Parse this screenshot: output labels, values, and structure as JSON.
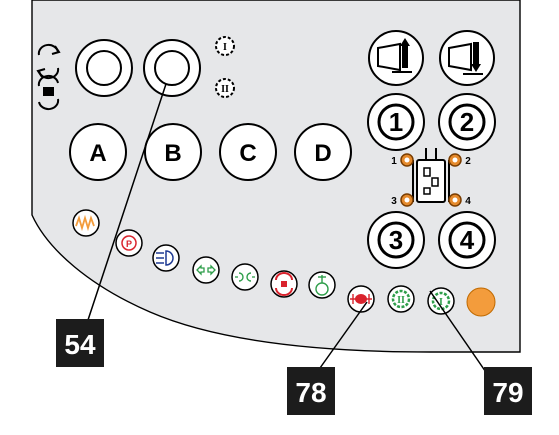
{
  "panel": {
    "fill": "#e6e7e9",
    "stroke": "#000000"
  },
  "buttons": {
    "letters": [
      "A",
      "B",
      "C",
      "D"
    ],
    "numbers": [
      "1",
      "2",
      "3",
      "4"
    ],
    "sensor_numbers": [
      "1",
      "2",
      "3",
      "4"
    ]
  },
  "icons": {
    "rotate": "rotate-icon",
    "rotate_lock": "rotate-lock-icon",
    "gear_one": "I",
    "gear_two": "II",
    "small_gear_two": "II",
    "small_gear_one": "I"
  },
  "colors": {
    "orange": "#f39c3c",
    "red": "#d9232d",
    "blue": "#1f3a93",
    "green": "#2e9e4a",
    "sensor_orange": "#e58a2c"
  },
  "callouts": [
    "54",
    "78",
    "79"
  ]
}
